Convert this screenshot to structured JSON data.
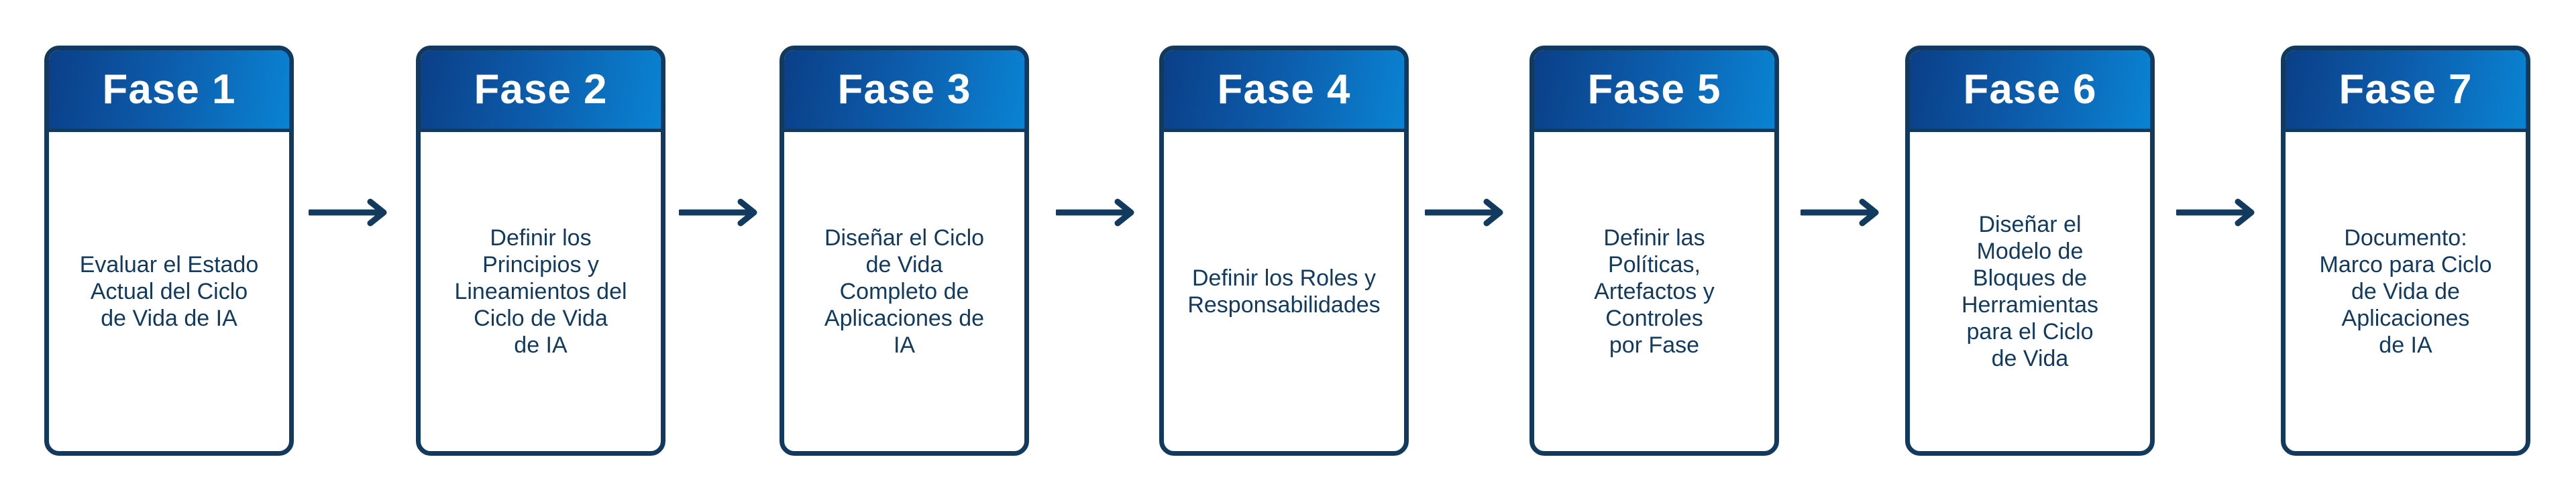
{
  "phases": [
    {
      "title": "Fase 1",
      "text": "Evaluar el Estado\nActual del Ciclo\nde Vida de IA"
    },
    {
      "title": "Fase 2",
      "text": "Definir los\nPrincipios y\nLineamientos del\nCiclo de Vida\nde IA"
    },
    {
      "title": "Fase 3",
      "text": "Diseñar el Ciclo\nde Vida\nCompleto de\nAplicaciones de\nIA"
    },
    {
      "title": "Fase 4",
      "text": "Definir los Roles y\nResponsabilidades"
    },
    {
      "title": "Fase 5",
      "text": "Definir las\nPolíticas,\nArtefactos y\nControles\npor Fase"
    },
    {
      "title": "Fase 6",
      "text": "Diseñar el\nModelo de\nBloques de\nHerramientas\npara el Ciclo\nde Vida"
    },
    {
      "title": "Fase 7",
      "text": "Documento:\nMarco para Ciclo\nde Vida de\nAplicaciones\nde IA"
    }
  ],
  "colors": {
    "border": "#123a5e",
    "header_start": "#0b3f88",
    "header_end": "#0a83d2",
    "text": "#123a5e",
    "arrow": "#123a5e"
  }
}
